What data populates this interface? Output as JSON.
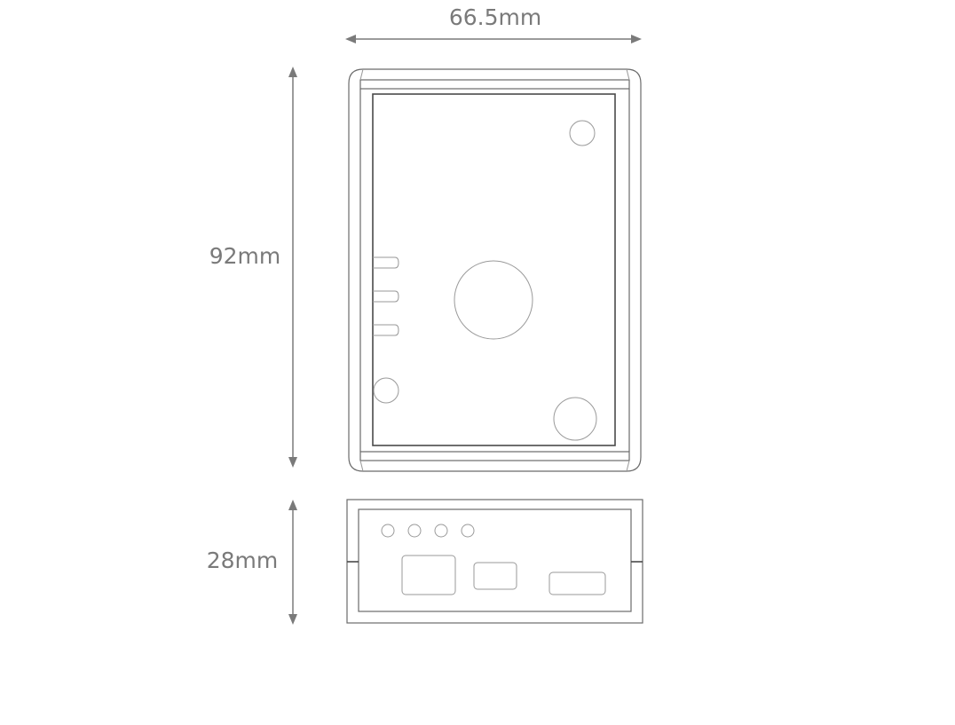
{
  "dimensions": {
    "width_label": "66.5mm",
    "height_label": "92mm",
    "depth_label": "28mm"
  },
  "colors": {
    "dimension": "#7a7a7a",
    "outline": "#6a6a6a",
    "background": "#ffffff"
  }
}
